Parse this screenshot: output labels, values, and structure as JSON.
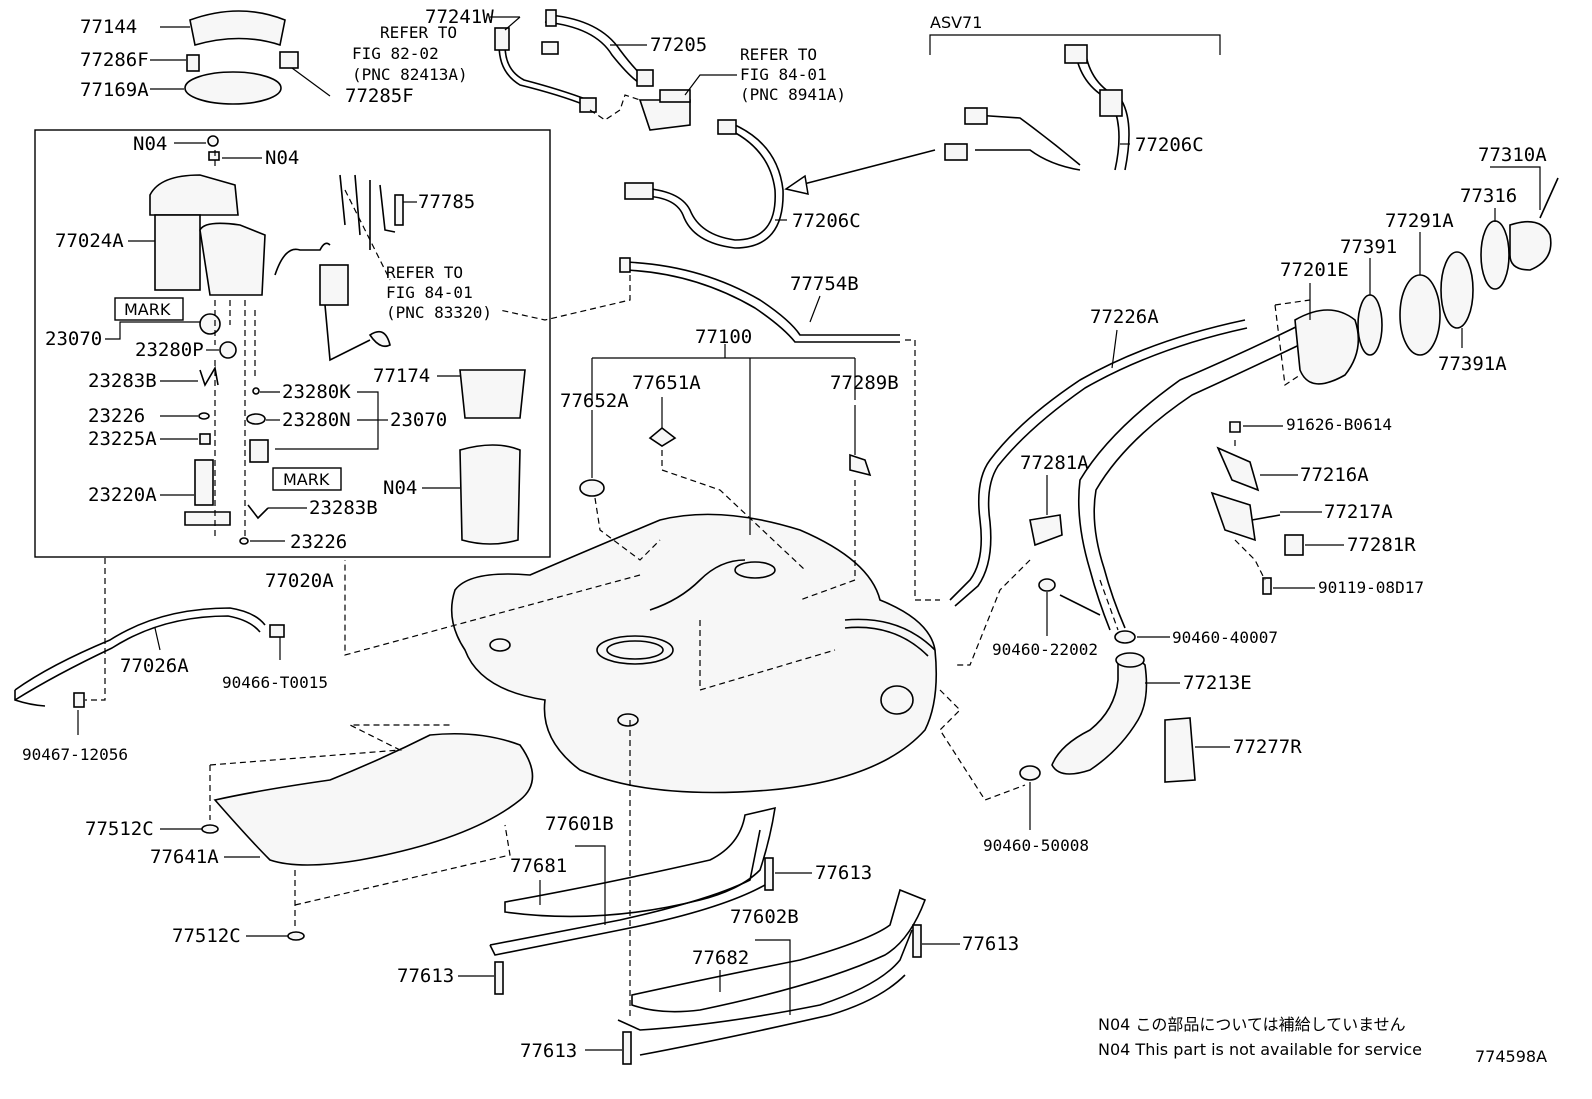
{
  "diagram": {
    "figure_id": "774598A",
    "variant_label": "ASV71",
    "mark_label": "MARK",
    "parts": {
      "p77144": "77144",
      "p77286F": "77286F",
      "p77169A": "77169A",
      "p77285F": "77285F",
      "p77241W": "77241W",
      "p77205": "77205",
      "pN04a": "N04",
      "pN04b": "N04",
      "pN04c": "N04",
      "p77785": "77785",
      "p77024A": "77024A",
      "p23070a": "23070",
      "p23280P": "23280P",
      "p23283Ba": "23283B",
      "p23226a": "23226",
      "p23225A": "23225A",
      "p23220A": "23220A",
      "p23280K": "23280K",
      "p23280N": "23280N",
      "p23070b": "23070",
      "p77174": "77174",
      "p23283Bb": "23283B",
      "p23226b": "23226",
      "p77020A": "77020A",
      "p77026A": "77026A",
      "p90466": "90466-T0015",
      "p90467": "90467-12056",
      "p77206Ca": "77206C",
      "p77206Cb": "77206C",
      "p77754B": "77754B",
      "p77100": "77100",
      "p77652A": "77652A",
      "p77651A": "77651A",
      "p77289B": "77289B",
      "p77226A": "77226A",
      "p77201E": "77201E",
      "p77391": "77391",
      "p77291A": "77291A",
      "p77316": "77316",
      "p77310A": "77310A",
      "p77391A": "77391A",
      "p91626": "91626-B0614",
      "p77216A": "77216A",
      "p77281A": "77281A",
      "p77217A": "77217A",
      "p77281R": "77281R",
      "p90119": "90119-08D17",
      "p90460_22002": "90460-22002",
      "p90460_40007": "90460-40007",
      "p77213E": "77213E",
      "p77277R": "77277R",
      "p90460_50008": "90460-50008",
      "p77512Ca": "77512C",
      "p77641A": "77641A",
      "p77512Cb": "77512C",
      "p77601B": "77601B",
      "p77681": "77681",
      "p77613a": "77613",
      "p77602B": "77602B",
      "p77682": "77682",
      "p77613b": "77613",
      "p77613c": "77613",
      "p77613d": "77613"
    },
    "references": {
      "r1_l1": "REFER TO",
      "r1_l2": "FIG 82-02",
      "r1_l3": "(PNC 82413A)",
      "r2_l1": "REFER TO",
      "r2_l2": "FIG 84-01",
      "r2_l3": "(PNC 8941A)",
      "r3_l1": "REFER TO",
      "r3_l2": "FIG 84-01",
      "r3_l3": "(PNC 83320)"
    },
    "notes": {
      "jp": "N04 この部品については補給していません",
      "en": "N04  This part is not available for service"
    }
  }
}
